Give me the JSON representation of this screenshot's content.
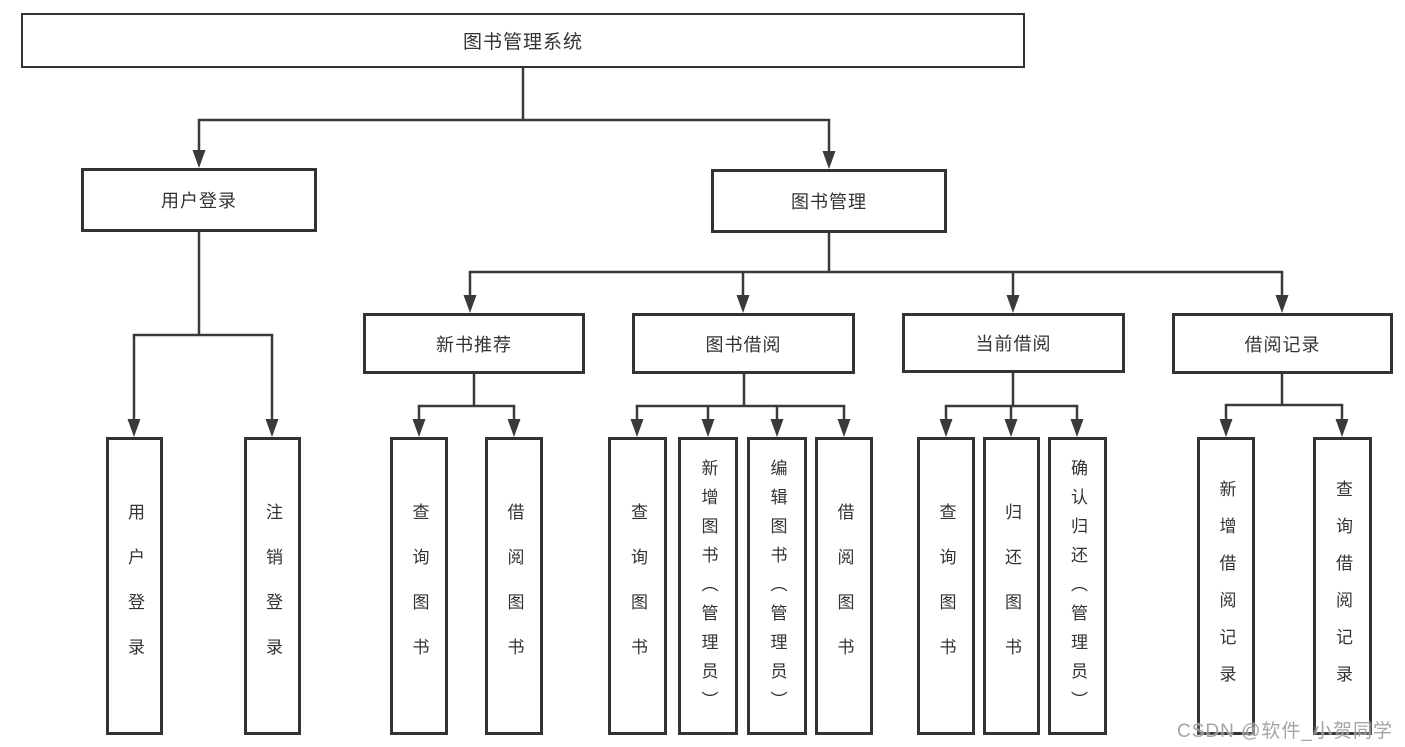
{
  "diagram_title": "图书管理系统",
  "tree": {
    "label": "图书管理系统",
    "children": [
      {
        "label": "用户登录",
        "children": [
          {
            "label": "用户登录"
          },
          {
            "label": "注销登录"
          }
        ]
      },
      {
        "label": "图书管理",
        "children": [
          {
            "label": "新书推荐",
            "children": [
              {
                "label": "查询图书"
              },
              {
                "label": "借阅图书"
              }
            ]
          },
          {
            "label": "图书借阅",
            "children": [
              {
                "label": "查询图书"
              },
              {
                "label": "新增图书（管理员）"
              },
              {
                "label": "编辑图书（管理员）"
              },
              {
                "label": "借阅图书"
              }
            ]
          },
          {
            "label": "当前借阅",
            "children": [
              {
                "label": "查询图书"
              },
              {
                "label": "归还图书"
              },
              {
                "label": "确认归还（管理员）"
              }
            ]
          },
          {
            "label": "借阅记录",
            "children": [
              {
                "label": "新增借阅记录"
              },
              {
                "label": "查询借阅记录"
              }
            ]
          }
        ]
      }
    ]
  },
  "watermark": {
    "text": "CSDN @软件_小贺同学"
  },
  "colors": {
    "line": "#3a3a3a",
    "border": "#333333",
    "text": "#333333",
    "watermark": "#949494"
  }
}
